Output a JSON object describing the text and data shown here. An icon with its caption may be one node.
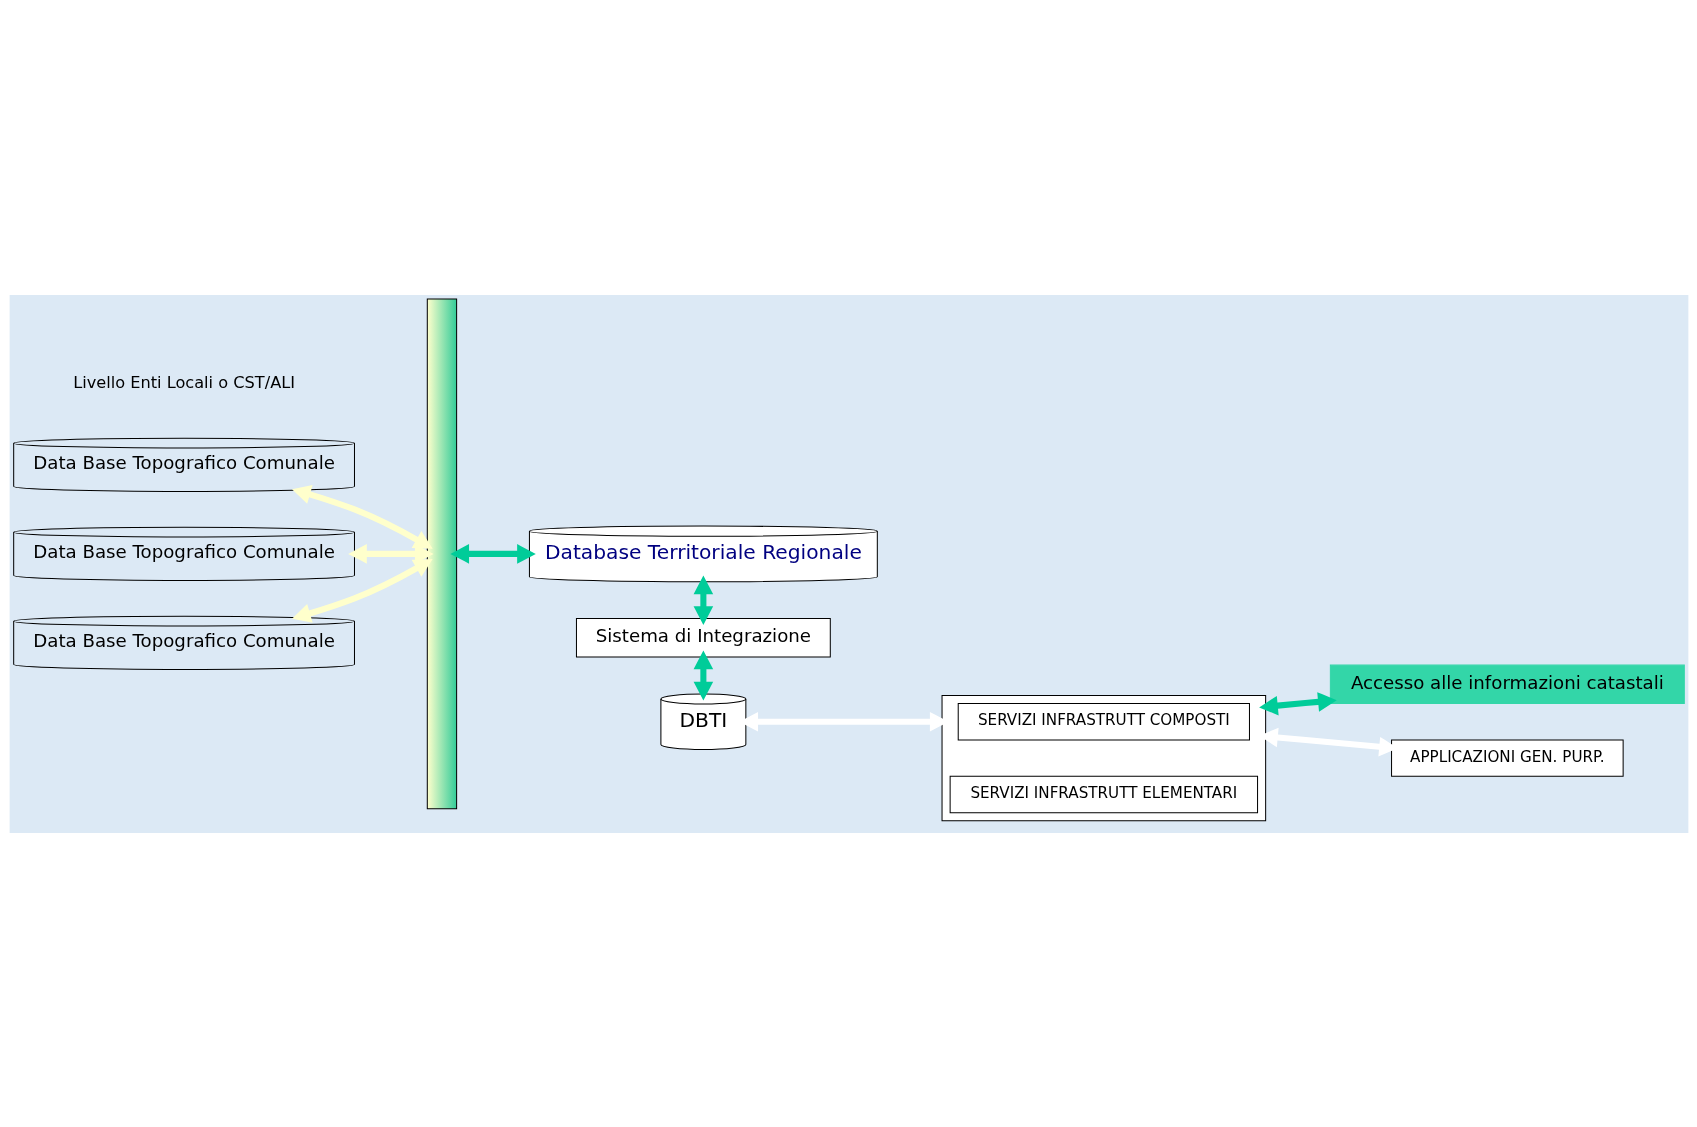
{
  "diagram": {
    "nodes": [
      {
        "text": [
          "Data Base Topografico Comunale"
        ]
      },
      {
        "text": [
          "Data Base Topografico Comunale"
        ]
      },
      {
        "text": [
          "Data Base Topografico Comunale"
        ]
      },
      {
        "text": [],
        "shape": "bar"
      },
      {
        "text": [
          "Database Territoriale Regionale"
        ]
      },
      {
        "text": [
          "Sistema di Integrazione"
        ]
      },
      {
        "text": [
          "DBTI"
        ]
      },
      {
        "text": [],
        "shape": "box"
      },
      {
        "text": [
          "SERVIZI INFRASTRUTT COMPOSTI"
        ],
        "in": 7
      },
      {
        "text": [
          "SERVIZI INFRASTRUTT ELEMENTARI"
        ],
        "in": 7
      },
      {
        "text": [
          "Accesso alle informazioni catastali"
        ]
      },
      {
        "text": [
          "APPLICAZIONI GEN. PURP."
        ]
      }
    ],
    "edges": [
      {
        "from": 0,
        "to": 3,
        "arrow": "both",
        "color": "#ffffcc"
      },
      {
        "from": 1,
        "to": 3,
        "arrow": "both",
        "color": "#ffffcc"
      },
      {
        "from": 2,
        "to": 3,
        "arrow": "both",
        "color": "#ffffcc"
      },
      {
        "from": 3,
        "to": 4,
        "arrow": "both"
      },
      {
        "from": 4,
        "to": 5,
        "arrow": "both"
      },
      {
        "from": 5,
        "to": 6,
        "arrow": "both"
      },
      {
        "from": 6,
        "to": 7,
        "arrow": "both",
        "color": "#ffffff"
      },
      {
        "from": 7,
        "to": 10,
        "arrow": "both"
      },
      {
        "from": 7,
        "to": 11,
        "arrow": "both",
        "color": "#ffffff"
      }
    ],
    "labels": [
      "Livello Enti Locali o CST/ALI"
    ]
  }
}
